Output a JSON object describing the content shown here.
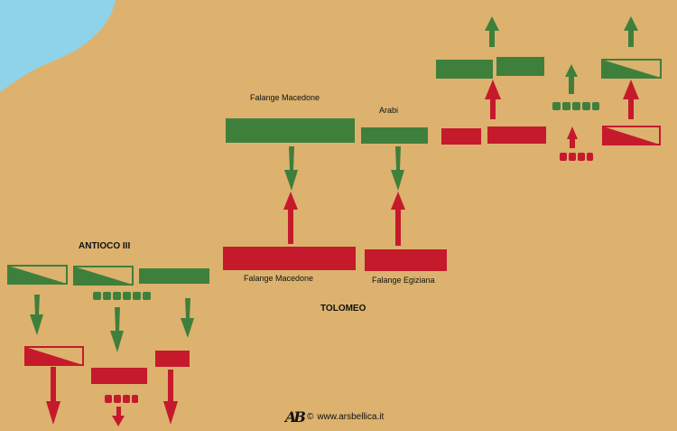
{
  "labels": {
    "antioco": "ANTIOCO III",
    "tolomeo": "TOLOMEO",
    "falange_macedone_top": "Falange Macedone",
    "arabi": "Arabi",
    "falange_macedone_bottom": "Falange Macedone",
    "falange_egiziana": "Falange Egiziana"
  },
  "credit": {
    "logo": "AB",
    "copyright": "©",
    "site": "www.arsbellica.it"
  },
  "colors": {
    "land": "#dcb26e",
    "sea": "#8ed3ea",
    "green": "#3f7f3c",
    "red": "#c51a2c",
    "seleucid_army": "green",
    "ptolemaic_army": "red"
  }
}
